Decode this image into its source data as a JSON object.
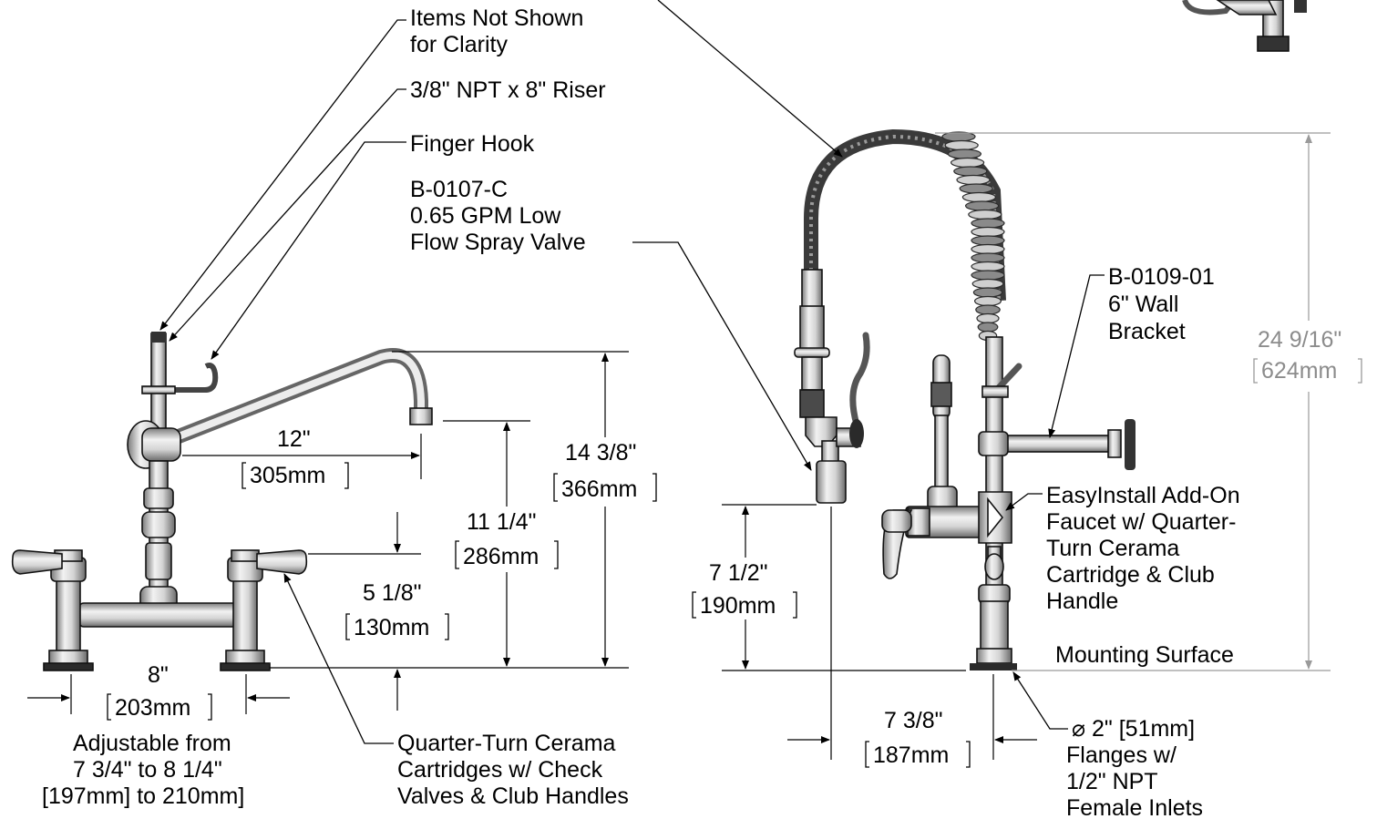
{
  "callouts": {
    "items_not_shown": [
      "Items Not Shown",
      "for Clarity"
    ],
    "riser": "3/8\" NPT x 8\" Riser",
    "finger_hook": "Finger Hook",
    "spray_valve": [
      "B-0107-C",
      "0.65 GPM Low",
      "Flow Spray Valve"
    ],
    "wall_bracket": [
      "B-0109-01",
      "6\" Wall",
      "Bracket"
    ],
    "add_on_faucet": [
      "EasyInstall Add-On",
      "Faucet w/ Quarter-",
      "Turn Cerama",
      "Cartridge & Club",
      "Handle"
    ],
    "mounting_surface": "Mounting Surface",
    "cartridges": [
      "Quarter-Turn Cerama",
      "Cartridges w/ Check",
      "Valves & Club Handles"
    ],
    "flanges": [
      "⌀ 2\" [51mm]",
      "Flanges w/",
      "1/2\" NPT",
      "Female Inlets"
    ]
  },
  "dimensions": {
    "spout_reach": {
      "imperial": "12\"",
      "metric": "305mm"
    },
    "overall_height": {
      "imperial": "14 3/8\"",
      "metric": "366mm"
    },
    "spout_height": {
      "imperial": "11 1/4\"",
      "metric": "286mm"
    },
    "handle_height": {
      "imperial": "5 1/8\"",
      "metric": "130mm"
    },
    "centers": {
      "imperial": "8\"",
      "metric": "203mm"
    },
    "adjustable": [
      "Adjustable from",
      "7 3/4\" to 8 1/4\"",
      "[197mm] to 210mm]"
    ],
    "prerinse_height": {
      "imperial": "24 9/16\"",
      "metric": "624mm"
    },
    "spray_valve_height": {
      "imperial": "7 1/2\"",
      "metric": "190mm"
    },
    "spray_offset": {
      "imperial": "7 3/8\"",
      "metric": "187mm"
    }
  },
  "colors": {
    "line": "#000000",
    "gray_dimension": "#8c8c8c",
    "chrome_light": "#e2e2e2",
    "chrome_dark": "#6e6e6e",
    "hose": "#3a3a3a"
  }
}
